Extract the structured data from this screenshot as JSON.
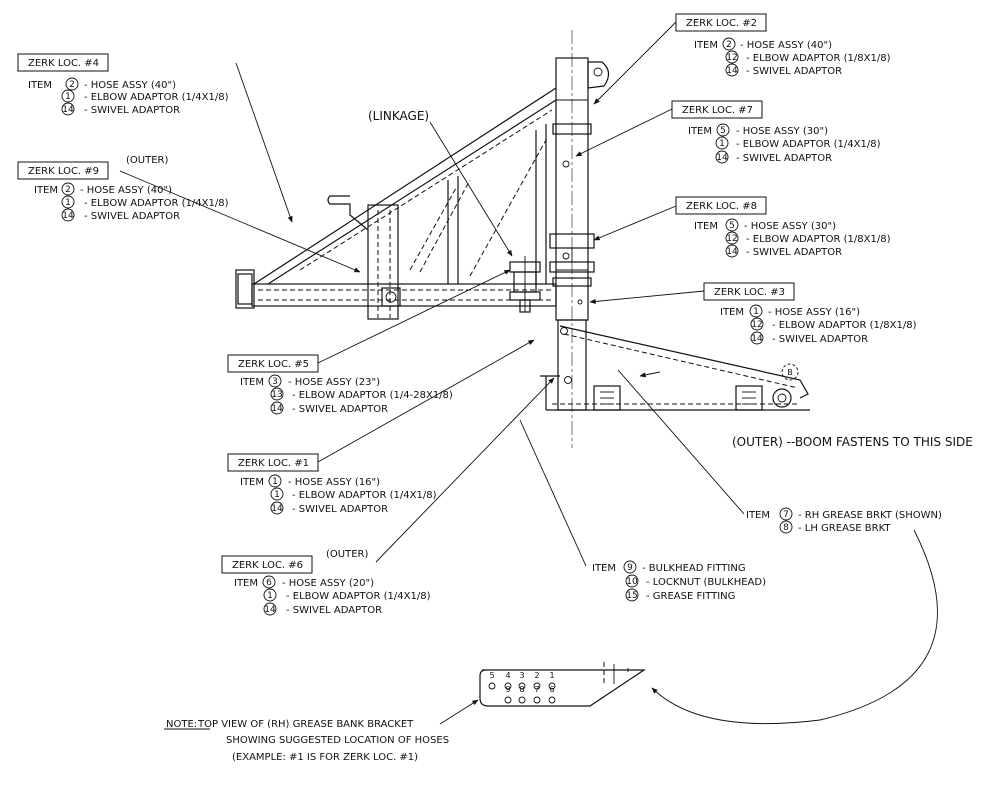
{
  "zerk_loc_4": {
    "title": "ZERK LOC. #4",
    "item_label": "ITEM",
    "rows": [
      {
        "num": "2",
        "text": "- HOSE ASSY (40\")"
      },
      {
        "num": "1",
        "text": "- ELBOW ADAPTOR (1/4X1/8)"
      },
      {
        "num": "14",
        "text": "- SWIVEL ADAPTOR"
      }
    ]
  },
  "zerk_loc_9": {
    "title": "ZERK LOC. #9",
    "note": "(OUTER)",
    "item_label": "ITEM",
    "rows": [
      {
        "num": "2",
        "text": "- HOSE ASSY (40\")"
      },
      {
        "num": "1",
        "text": "- ELBOW ADAPTOR (1/4X1/8)"
      },
      {
        "num": "14",
        "text": "- SWIVEL ADAPTOR"
      }
    ]
  },
  "zerk_loc_2": {
    "title": "ZERK LOC. #2",
    "item_label": "ITEM",
    "rows": [
      {
        "num": "2",
        "text": "- HOSE ASSY (40\")"
      },
      {
        "num": "12",
        "text": "- ELBOW ADAPTOR (1/8X1/8)"
      },
      {
        "num": "14",
        "text": "- SWIVEL ADAPTOR"
      }
    ]
  },
  "zerk_loc_7": {
    "title": "ZERK LOC. #7",
    "item_label": "ITEM",
    "rows": [
      {
        "num": "5",
        "text": "- HOSE ASSY (30\")"
      },
      {
        "num": "1",
        "text": "- ELBOW ADAPTOR (1/4X1/8)"
      },
      {
        "num": "14",
        "text": "- SWIVEL ADAPTOR"
      }
    ]
  },
  "zerk_loc_8": {
    "title": "ZERK LOC. #8",
    "item_label": "ITEM",
    "rows": [
      {
        "num": "5",
        "text": "- HOSE ASSY (30\")"
      },
      {
        "num": "12",
        "text": "- ELBOW ADAPTOR (1/8X1/8)"
      },
      {
        "num": "14",
        "text": "- SWIVEL ADAPTOR"
      }
    ]
  },
  "zerk_loc_3": {
    "title": "ZERK LOC. #3",
    "item_label": "ITEM",
    "rows": [
      {
        "num": "1",
        "text": "- HOSE ASSY (16\")"
      },
      {
        "num": "12",
        "text": "- ELBOW ADAPTOR (1/8X1/8)"
      },
      {
        "num": "14",
        "text": "- SWIVEL ADAPTOR"
      }
    ]
  },
  "zerk_loc_5": {
    "title": "ZERK LOC. #5",
    "item_label": "ITEM",
    "rows": [
      {
        "num": "3",
        "text": "- HOSE ASSY (23\")"
      },
      {
        "num": "13",
        "text": "- ELBOW ADAPTOR (1/4-28X1/8)"
      },
      {
        "num": "14",
        "text": "- SWIVEL ADAPTOR"
      }
    ]
  },
  "zerk_loc_1": {
    "title": "ZERK LOC. #1",
    "item_label": "ITEM",
    "rows": [
      {
        "num": "1",
        "text": "- HOSE ASSY (16\")"
      },
      {
        "num": "1",
        "text": "- ELBOW ADAPTOR (1/4X1/8)"
      },
      {
        "num": "14",
        "text": "- SWIVEL ADAPTOR"
      }
    ]
  },
  "zerk_loc_6": {
    "title": "ZERK LOC. #6",
    "note": "(OUTER)",
    "item_label": "ITEM",
    "rows": [
      {
        "num": "6",
        "text": "- HOSE ASSY (20\")"
      },
      {
        "num": "1",
        "text": "- ELBOW ADAPTOR (1/4X1/8)"
      },
      {
        "num": "14",
        "text": "- SWIVEL ADAPTOR"
      }
    ]
  },
  "linkage_label": "(LINKAGE)",
  "outer_boom_label": "(OUTER)   --BOOM FASTENS TO THIS SIDE",
  "grease_brkt": {
    "item_label": "ITEM",
    "rows": [
      {
        "num": "7",
        "text": "- RH GREASE BRKT (SHOWN)"
      },
      {
        "num": "8",
        "text": "- LH GREASE BRKT"
      }
    ]
  },
  "bulkhead": {
    "item_label": "ITEM",
    "rows": [
      {
        "num": "9",
        "text": "- BULKHEAD FITTING"
      },
      {
        "num": "10",
        "text": "- LOCKNUT (BULKHEAD)"
      },
      {
        "num": "15",
        "text": "- GREASE FITTING"
      }
    ]
  },
  "bracket_top_numbers": [
    "5",
    "4",
    "3",
    "2",
    "1"
  ],
  "bracket_bottom_numbers": [
    "9",
    "8",
    "7",
    "6"
  ],
  "note": {
    "prefix": "NOTE:",
    "line1": "TOP VIEW OF (RH) GREASE BANK BRACKET",
    "line2": "SHOWING SUGGESTED LOCATION OF HOSES",
    "line3": "(EXAMPLE: #1 IS FOR ZERK LOC. #1)"
  },
  "tag_letter": "B"
}
